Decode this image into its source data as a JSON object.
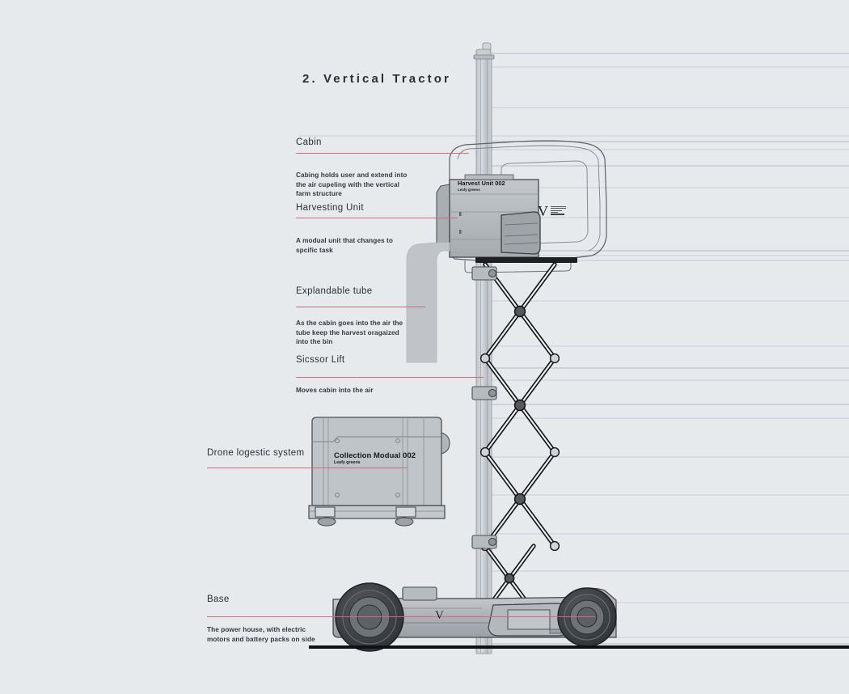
{
  "page": {
    "title": "2. Vertical Tractor",
    "background_color": "#e7eaed",
    "leader_color": "#c4707a",
    "ink_color": "#2b2f33",
    "ground_color": "#111111"
  },
  "annotations": [
    {
      "id": "cabin",
      "title": "Cabin",
      "body": "Cabing holds user and extend into\nthe  air cupeling with the vertical\nfarm structure"
    },
    {
      "id": "harvesting-unit",
      "title": "Harvesting Unit",
      "body": "A modual unit that changes to\nspcific task"
    },
    {
      "id": "explandable-tube",
      "title": "Explandable tube",
      "body": "As the cabin goes into the air the\ntube keep the harvest oragaized\ninto the bin"
    },
    {
      "id": "sicssor-lift",
      "title": "Sicssor Lift",
      "body": "Moves cabin into the air"
    },
    {
      "id": "drone-logestic-system",
      "title": "Drone logestic system",
      "body": ""
    },
    {
      "id": "base",
      "title": "Base",
      "body": "The power house, with electric\nmotors and battery packs on side"
    }
  ],
  "drawing_labels": {
    "harvest_unit": {
      "main": "Harvest Unit 002",
      "sub": "Leafy greens"
    },
    "collection_module": {
      "main": "Collection Modual 002",
      "sub": "Leafy greens"
    },
    "base_mark": "V",
    "cabin_brand_mark": "V"
  }
}
